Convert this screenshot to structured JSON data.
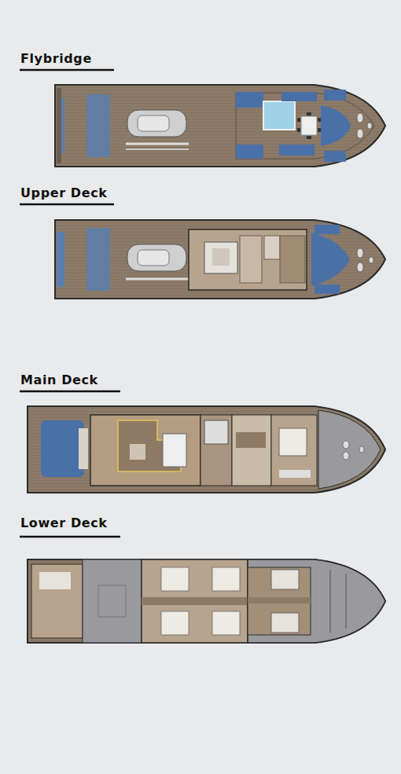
{
  "diagram": {
    "labels": [
      "Flybridge",
      "Upper Deck",
      "Main Deck",
      "Lower Deck"
    ]
  }
}
